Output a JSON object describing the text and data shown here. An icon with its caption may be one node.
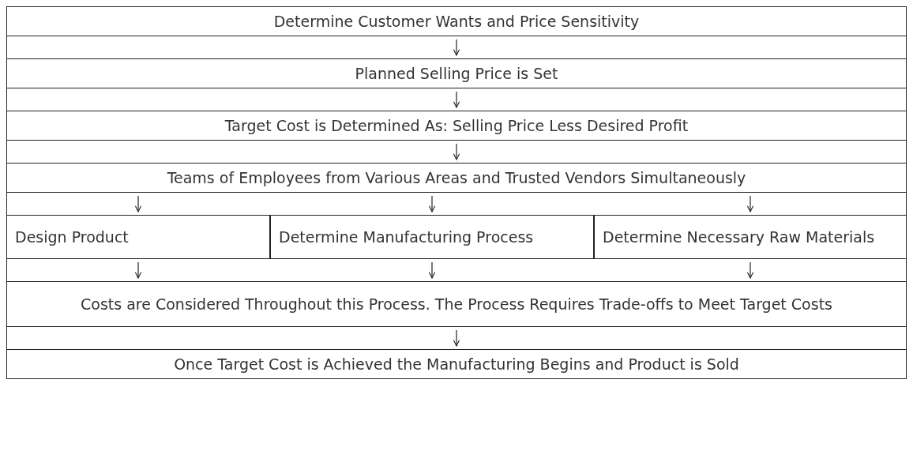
{
  "diagram": {
    "nodes": [
      {
        "text": [
          "Determine Customer Wants and Price Sensitivity"
        ]
      },
      {
        "text": [
          "Planned Selling Price is Set"
        ]
      },
      {
        "text": [
          "Target Cost is Determined As: Selling Price Less Desired Profit"
        ]
      },
      {
        "text": [
          "Teams of Employees from Various Areas and Trusted Vendors Simultaneously"
        ]
      },
      {
        "text": [
          "Design Product"
        ]
      },
      {
        "text": [
          "Determine Manufacturing Process"
        ]
      },
      {
        "text": [
          "Determine Necessary Raw Materials"
        ]
      },
      {
        "text": [
          "Costs are Considered Throughout this Process. The Process Requires Trade-offs to Meet Target Costs"
        ]
      },
      {
        "text": [
          "Once Target Cost is Achieved the Manufacturing Begins and Product is Sold"
        ]
      }
    ],
    "edges": [
      {
        "from": 0,
        "to": 1,
        "arrow": "to"
      },
      {
        "from": 1,
        "to": 2,
        "arrow": "to"
      },
      {
        "from": 2,
        "to": 3,
        "arrow": "to"
      },
      {
        "from": 3,
        "to": 4,
        "arrow": "to"
      },
      {
        "from": 3,
        "to": 5,
        "arrow": "to"
      },
      {
        "from": 3,
        "to": 6,
        "arrow": "to"
      },
      {
        "from": 4,
        "to": 7,
        "arrow": "to"
      },
      {
        "from": 5,
        "to": 7,
        "arrow": "to"
      },
      {
        "from": 6,
        "to": 7,
        "arrow": "to"
      },
      {
        "from": 7,
        "to": 8,
        "arrow": "to"
      }
    ]
  }
}
